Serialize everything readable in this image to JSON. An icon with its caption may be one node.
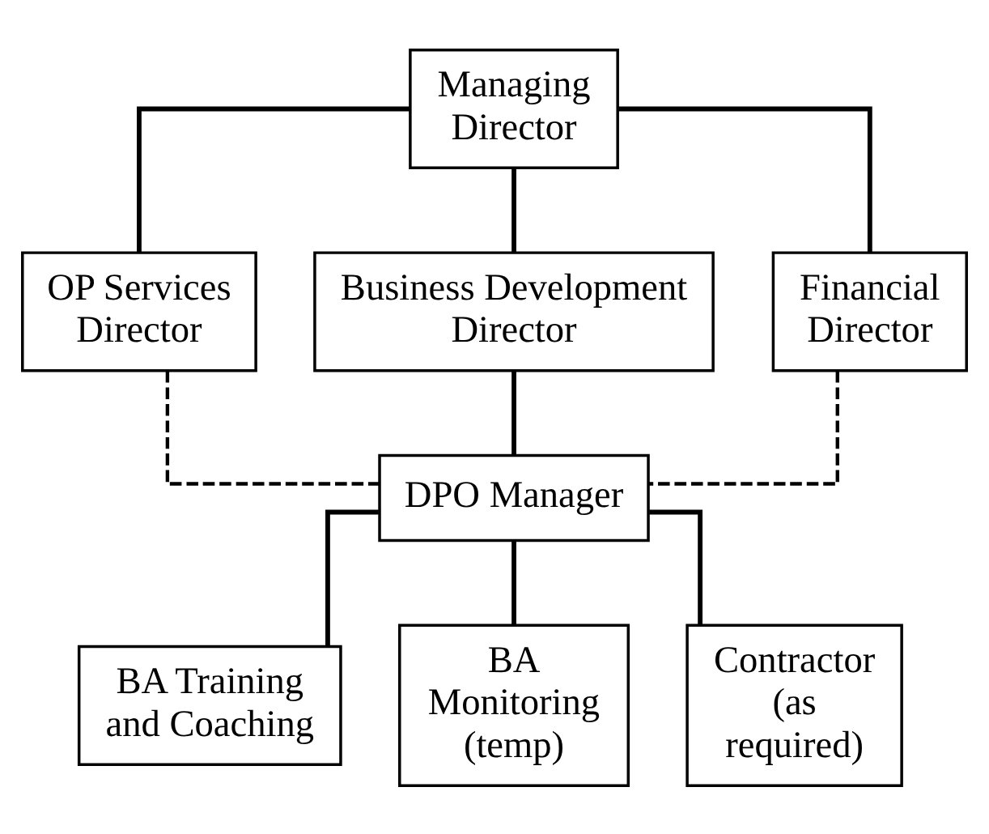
{
  "diagram": {
    "nodes": [
      {
        "text": [
          "Managing Director"
        ]
      },
      {
        "text": [
          "OP Services Director"
        ]
      },
      {
        "text": [
          "Business Development Director"
        ]
      },
      {
        "text": [
          "Financial Director"
        ]
      },
      {
        "text": [
          "DPO Manager"
        ]
      },
      {
        "text": [
          "BA Training and Coaching"
        ]
      },
      {
        "text": [
          "BA Monitoring (temp)"
        ]
      },
      {
        "text": [
          "Contractor (as required)"
        ]
      }
    ],
    "edges": [
      {
        "from": 0,
        "to": 1,
        "arrow": "none"
      },
      {
        "from": 0,
        "to": 2,
        "arrow": "none"
      },
      {
        "from": 0,
        "to": 3,
        "arrow": "none"
      },
      {
        "from": 1,
        "to": 4,
        "arrow": "none",
        "style": "dashed"
      },
      {
        "from": 2,
        "to": 4,
        "arrow": "none"
      },
      {
        "from": 3,
        "to": 4,
        "arrow": "none",
        "style": "dashed"
      },
      {
        "from": 4,
        "to": 5,
        "arrow": "none"
      },
      {
        "from": 4,
        "to": 6,
        "arrow": "none"
      },
      {
        "from": 4,
        "to": 7,
        "arrow": "none"
      }
    ]
  }
}
